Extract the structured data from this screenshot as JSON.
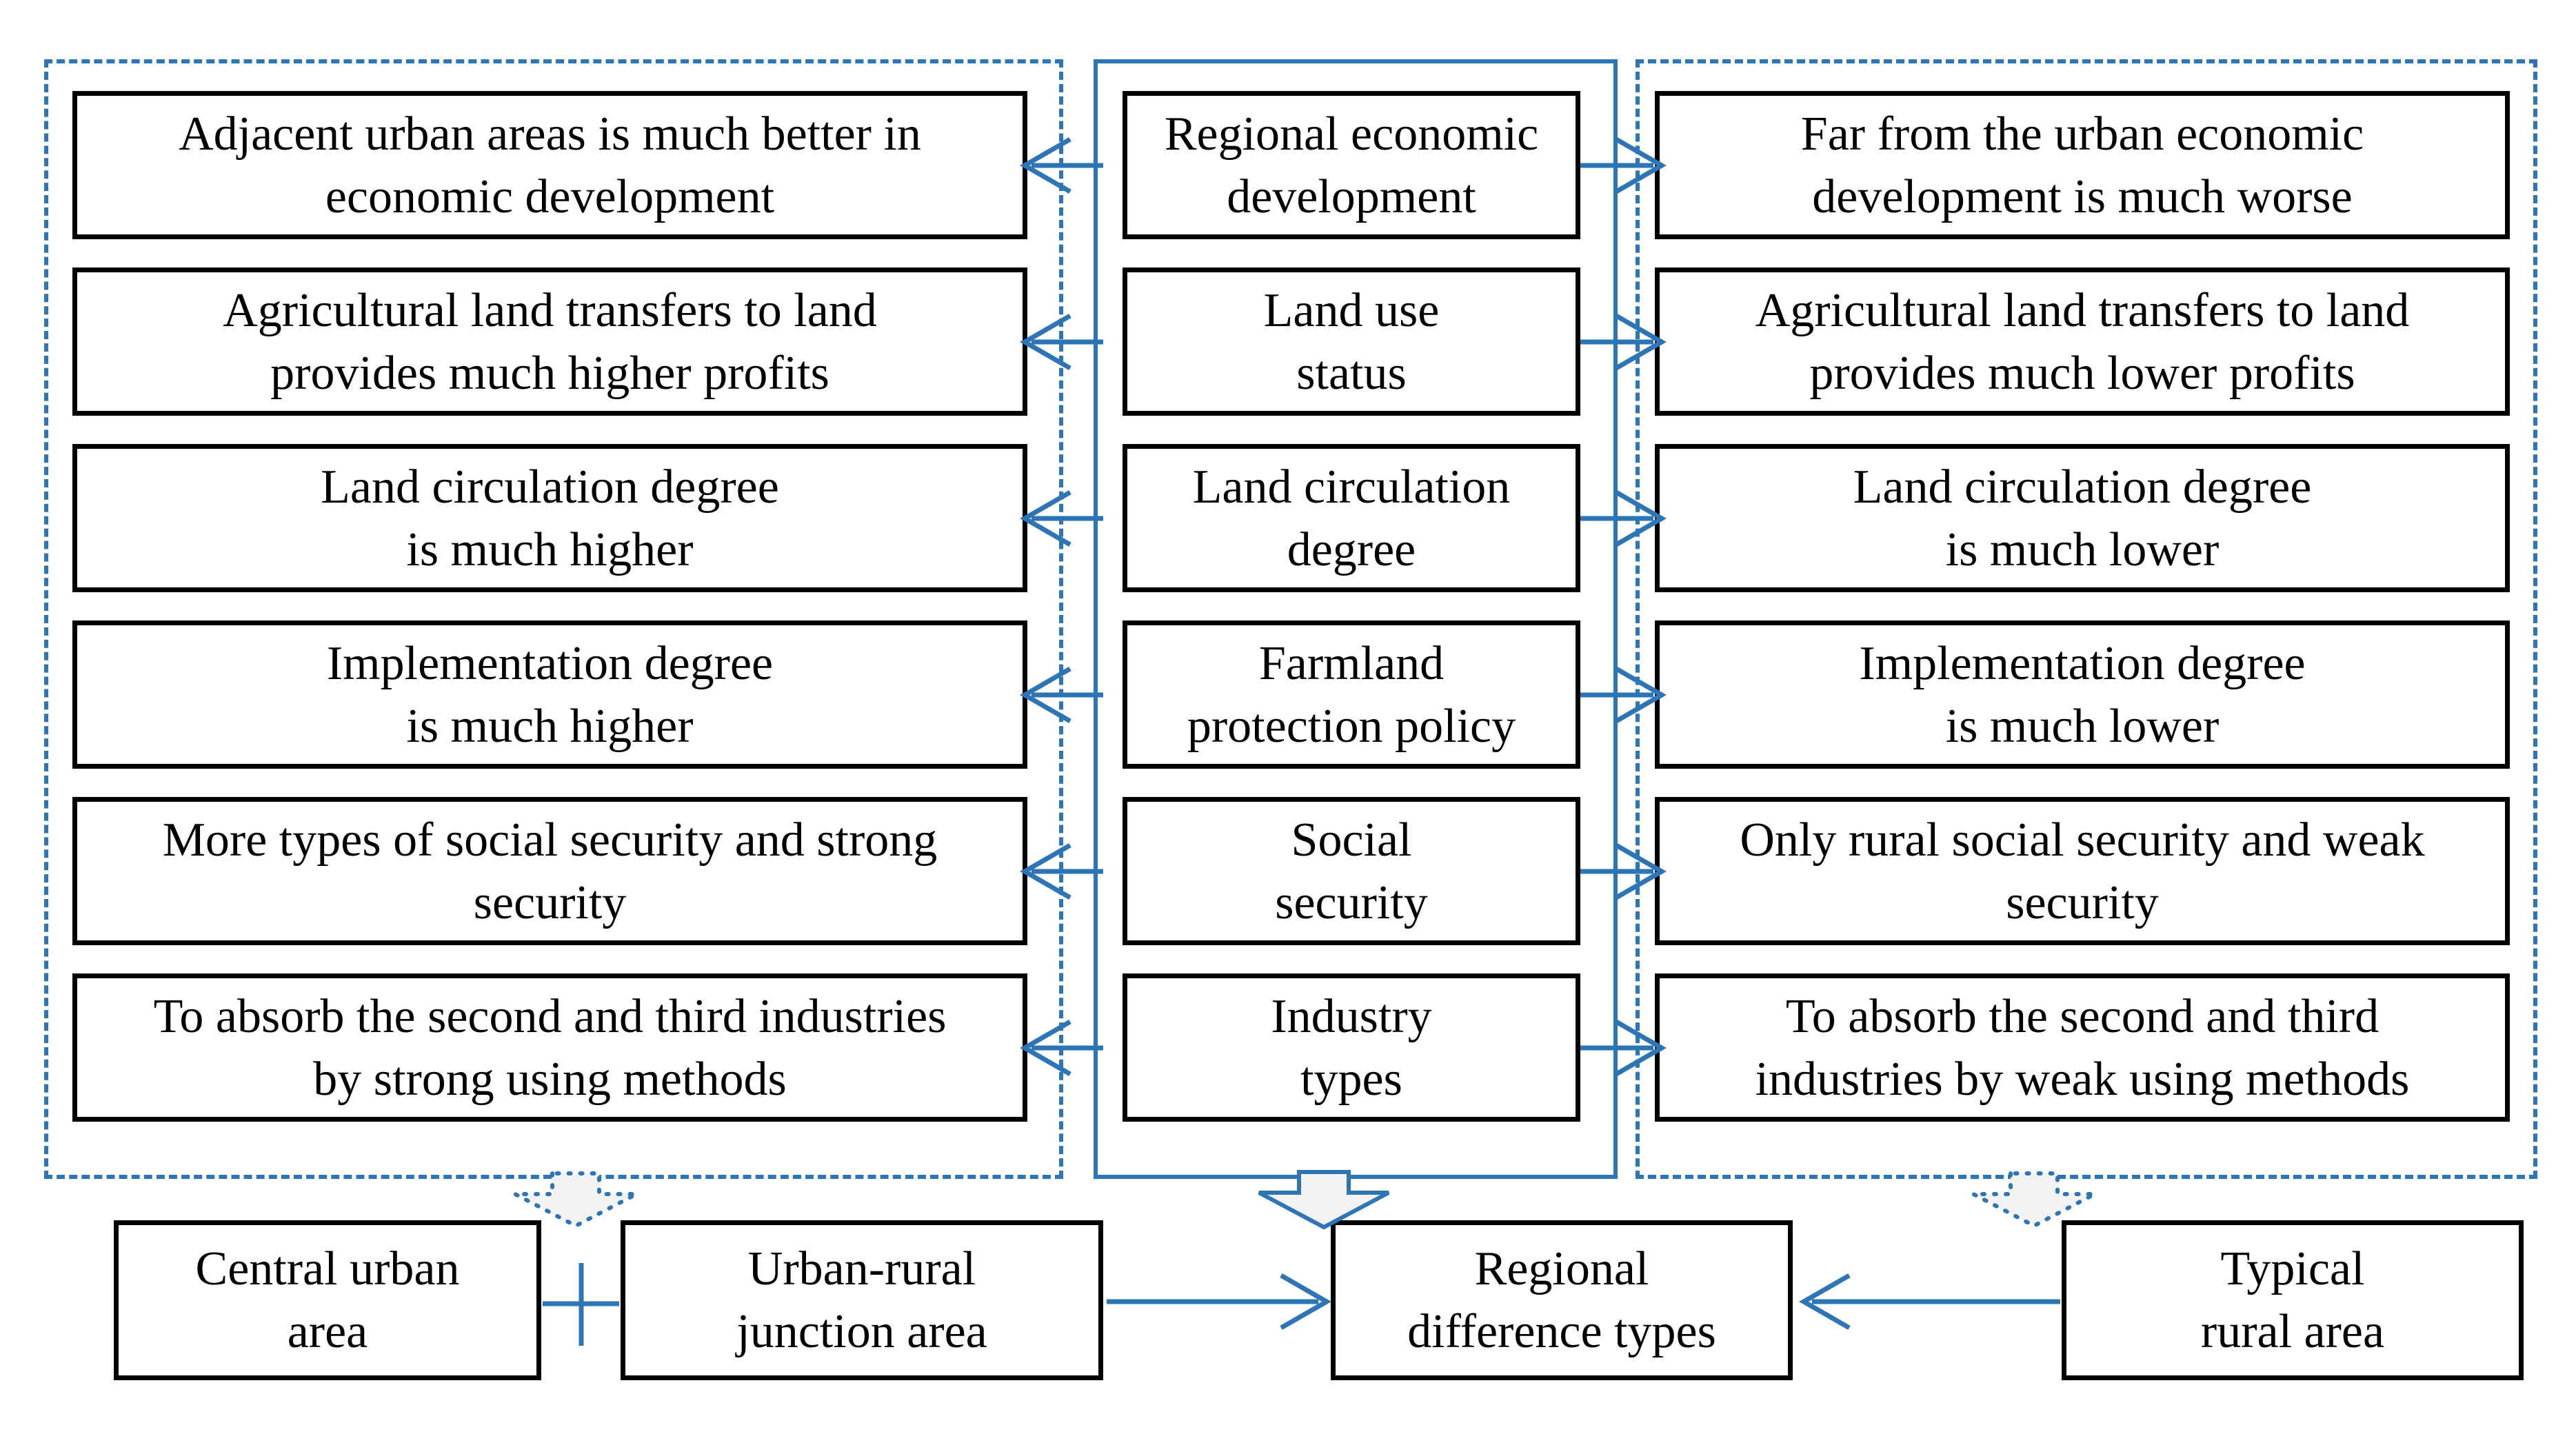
{
  "left_panel": {
    "boxes": [
      {
        "lines": [
          "Adjacent urban areas is much better in",
          "economic development"
        ]
      },
      {
        "lines": [
          "Agricultural land transfers to land",
          "provides much higher profits"
        ]
      },
      {
        "lines": [
          "Land circulation degree",
          "is much higher"
        ]
      },
      {
        "lines": [
          "Implementation degree",
          "is much higher"
        ]
      },
      {
        "lines": [
          "More types of social security and strong",
          "security"
        ]
      },
      {
        "lines": [
          "To absorb the second and third industries",
          "by strong using methods"
        ]
      }
    ]
  },
  "middle_panel": {
    "boxes": [
      {
        "lines": [
          "Regional economic",
          "development"
        ]
      },
      {
        "lines": [
          "Land use",
          "status"
        ]
      },
      {
        "lines": [
          "Land circulation",
          "degree"
        ]
      },
      {
        "lines": [
          "Farmland",
          "protection policy"
        ]
      },
      {
        "lines": [
          "Social",
          "security"
        ]
      },
      {
        "lines": [
          "Industry",
          "types"
        ]
      }
    ]
  },
  "right_panel": {
    "boxes": [
      {
        "lines": [
          "Far from the urban economic",
          "development is much worse"
        ]
      },
      {
        "lines": [
          "Agricultural land transfers to land",
          "provides much lower profits"
        ]
      },
      {
        "lines": [
          "Land circulation degree",
          "is much lower"
        ]
      },
      {
        "lines": [
          "Implementation degree",
          "is much lower"
        ]
      },
      {
        "lines": [
          "Only rural social security and weak",
          "security"
        ]
      },
      {
        "lines": [
          "To absorb the second and third",
          "industries by weak using methods"
        ]
      }
    ]
  },
  "bottom_row": {
    "boxes": [
      {
        "lines": [
          "Central urban",
          "area"
        ]
      },
      {
        "lines": [
          "Urban-rural",
          "junction area"
        ]
      },
      {
        "lines": [
          "Regional",
          "difference types"
        ]
      },
      {
        "lines": [
          "Typical",
          "rural area"
        ]
      }
    ]
  },
  "colors": {
    "accent": "#2E75B6",
    "hollow_arrow_fill": "#F2F2F2",
    "box_border": "#000000"
  }
}
